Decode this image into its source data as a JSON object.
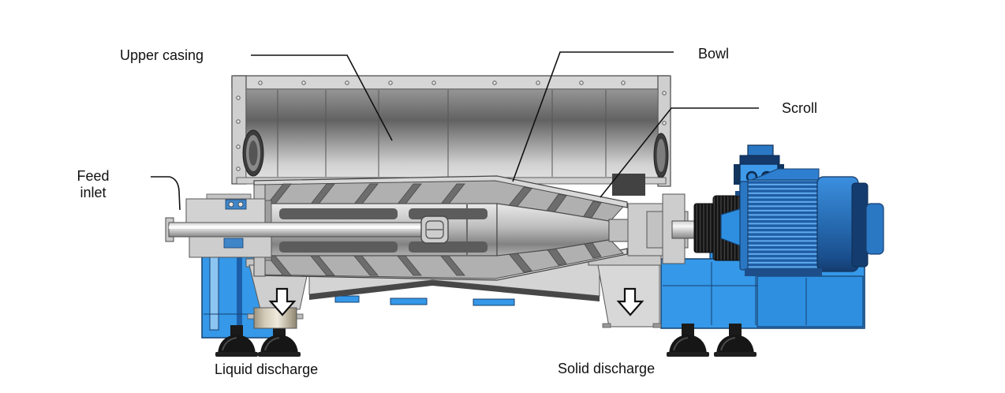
{
  "diagram": {
    "labels": {
      "upper_casing": "Upper casing",
      "bowl": "Bowl",
      "scroll": "Scroll",
      "feed_line1": "Feed",
      "feed_line2": "inlet",
      "liquid_discharge": "Liquid discharge",
      "solid_discharge": "Solid discharge"
    },
    "icons": {
      "liquid_flow": "down-arrow",
      "solid_flow": "down-arrow"
    },
    "colors": {
      "frame_blue": "#3598e8",
      "frame_blue_dark": "#17406f",
      "motor_blue": "#2b76c8",
      "motor_fin_light": "#5ea9ea",
      "casing_gray": "#6a6a6a",
      "spout_beige": "#d9d1bf",
      "foot_black": "#161616",
      "leader_line": "#111111",
      "background": "#ffffff"
    }
  }
}
